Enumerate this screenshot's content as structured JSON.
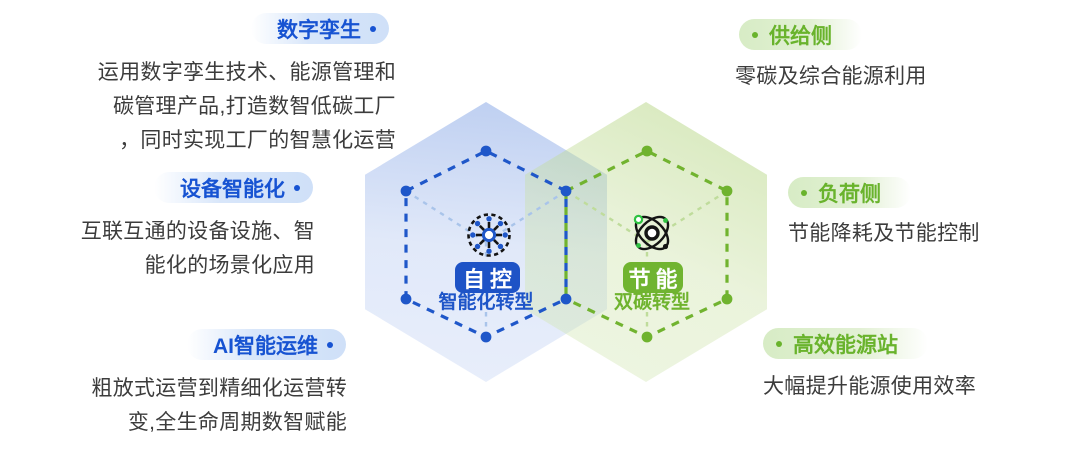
{
  "left_cards": [
    {
      "title": "数字孪生",
      "lines": [
        "运用数字孪生技术、能源管理和",
        "碳管理产品,打造数智低碳工厂",
        "，同时实现工厂的智慧化运营"
      ]
    },
    {
      "title": "设备智能化",
      "lines": [
        "互联互通的设备设施、智",
        "能化的场景化应用"
      ]
    },
    {
      "title": "AI智能运维",
      "lines": [
        "粗放式运营到精细化运营转",
        "变,全生命周期数智赋能"
      ]
    }
  ],
  "right_cards": [
    {
      "title": "供给侧",
      "lines": [
        "零碳及综合能源利用"
      ]
    },
    {
      "title": "负荷侧",
      "lines": [
        "节能降耗及节能控制"
      ]
    },
    {
      "title": "高效能源站",
      "lines": [
        "大幅提升能源使用效率"
      ]
    }
  ],
  "diagram": {
    "left_node": {
      "label": "自控",
      "subtitle": "智能化转型",
      "icon": "automation-control-icon"
    },
    "right_node": {
      "label": "节能",
      "subtitle": "双碳转型",
      "icon": "atom-energy-icon"
    }
  },
  "colors": {
    "accent_blue": "#1e53c6",
    "accent_green": "#6fb32e",
    "heading_blue": "#1753d2",
    "heading_green": "#69b32c",
    "body_text": "#3c3c3c",
    "hex_blue_fill": "#c3d2f1",
    "hex_green_fill": "#dcecc4"
  }
}
